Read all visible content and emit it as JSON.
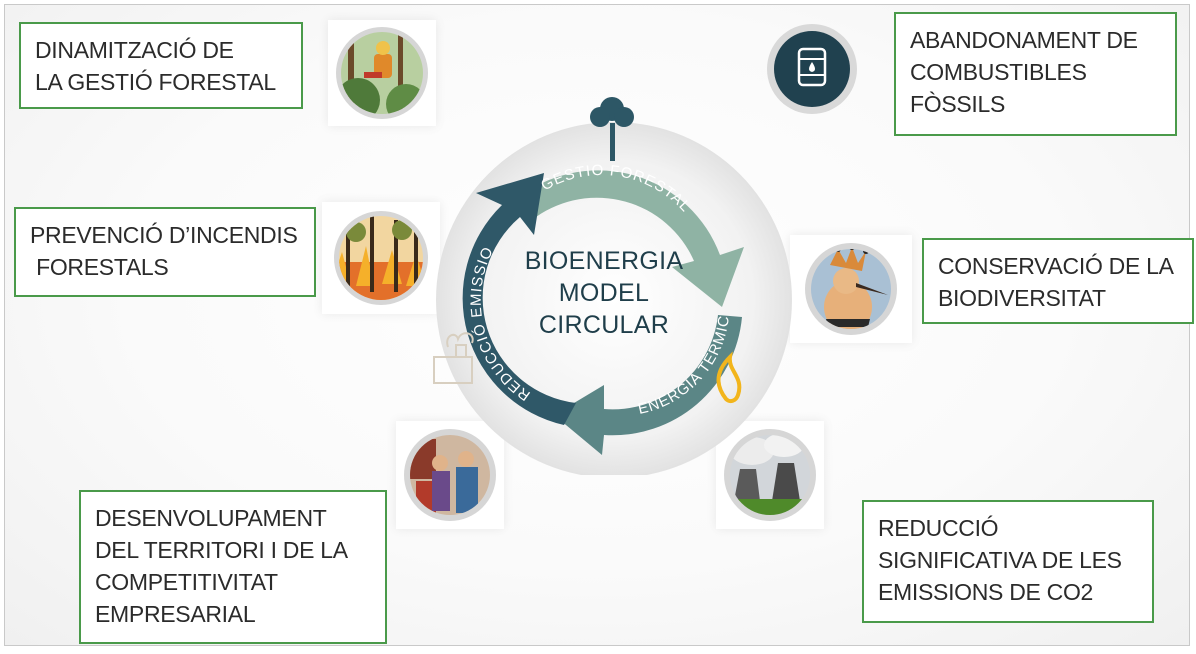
{
  "boxes": {
    "forest_management": [
      "DINAMITZACIÓ DE",
      "LA GESTIÓ FORESTAL"
    ],
    "fossil_fuels": [
      "ABANDONAMENT DE",
      "COMBUSTIBLES",
      "FÒSSILS"
    ],
    "fire_prevention": [
      "PREVENCIÓ D’INCENDIS",
      " FORESTALS"
    ],
    "biodiversity": [
      "CONSERVACIÓ DE LA",
      "BIODIVERSITAT"
    ],
    "territory": [
      "DESENVOLUPAMENT",
      "DEL TERRITORI I DE LA",
      "COMPETITIVITAT",
      "EMPRESARIAL"
    ],
    "co2": [
      "REDUCCIÓ",
      "SIGNIFICATIVA DE LES",
      "EMISSIONS DE CO2"
    ]
  },
  "cycle": {
    "center": [
      "BIOENERGIA",
      "MODEL",
      "CIRCULAR"
    ],
    "arrow_forest": "GESTIO FORESTAL",
    "arrow_energy": "ENERGIA TÈRMICA",
    "arrow_emissions": "REDUCCIÓ EMISSIONS"
  },
  "colors": {
    "box_border": "#4a9a4a",
    "arrow_light": "#8fb3a4",
    "arrow_mid": "#5b8686",
    "arrow_dark": "#2f5868",
    "flame": "#f2b51c"
  },
  "icons": [
    "tree-icon",
    "factory-icon",
    "flame-icon",
    "oil-barrel-icon",
    "forestry-worker-photo",
    "forest-fire-photo",
    "hoopoe-bird-photo",
    "shop-workers-photo",
    "power-plant-photo"
  ]
}
